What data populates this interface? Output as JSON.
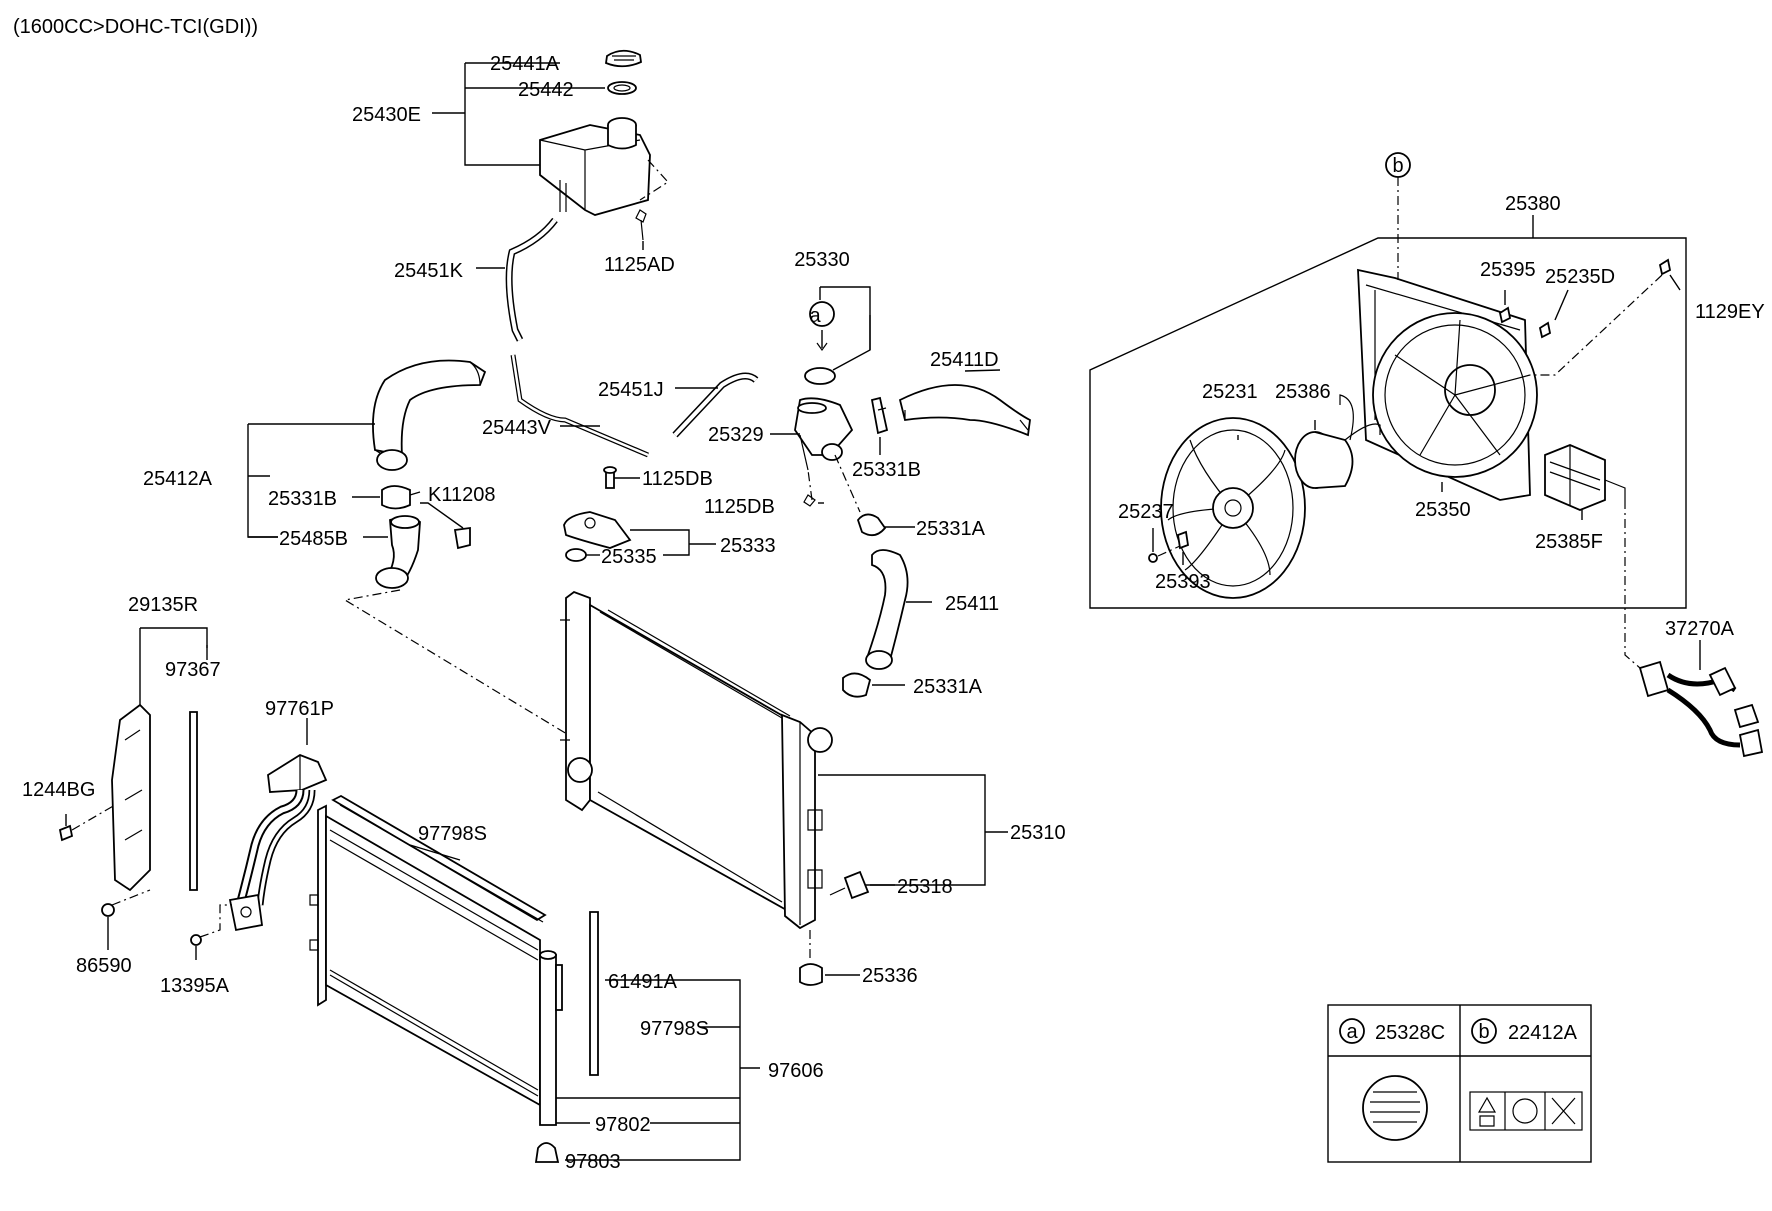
{
  "header": {
    "engine": "(1600CC>DOHC-TCI(GDI))"
  },
  "labels": {
    "p25441A": "25441A",
    "p25442": "25442",
    "p25430E": "25430E",
    "p1125AD": "1125AD",
    "p25451K": "25451K",
    "p25330": "25330",
    "p25411D": "25411D",
    "p25451J": "25451J",
    "p25443V": "25443V",
    "p25329": "25329",
    "p25331B_top": "25331B",
    "p25412A": "25412A",
    "p25331B_left": "25331B",
    "pK11208": "K11208",
    "p1125DB_a": "1125DB",
    "p1125DB_b": "1125DB",
    "p25485B": "25485B",
    "p25331A_a": "25331A",
    "p25333": "25333",
    "p25335": "25335",
    "p25411": "25411",
    "p29135R": "29135R",
    "p97367": "97367",
    "p25331A_b": "25331A",
    "p97761P": "97761P",
    "p1244BG": "1244BG",
    "p97798S_a": "97798S",
    "p25310": "25310",
    "p25318": "25318",
    "p86590": "86590",
    "p13395A": "13395A",
    "p25336": "25336",
    "p61491A": "61491A",
    "p97798S_b": "97798S",
    "p97606": "97606",
    "p97802": "97802",
    "p97803": "97803",
    "p25380": "25380",
    "p25395": "25395",
    "p25235D": "25235D",
    "p1129EY": "1129EY",
    "p25231": "25231",
    "p25386": "25386",
    "p25237": "25237",
    "p25350": "25350",
    "p25393": "25393",
    "p25385F": "25385F",
    "p37270A": "37270A"
  },
  "callouts": {
    "a": "a",
    "b": "b"
  },
  "legend": {
    "a": {
      "circle": "a",
      "part": "25328C"
    },
    "b": {
      "circle": "b",
      "part": "22412A"
    }
  }
}
